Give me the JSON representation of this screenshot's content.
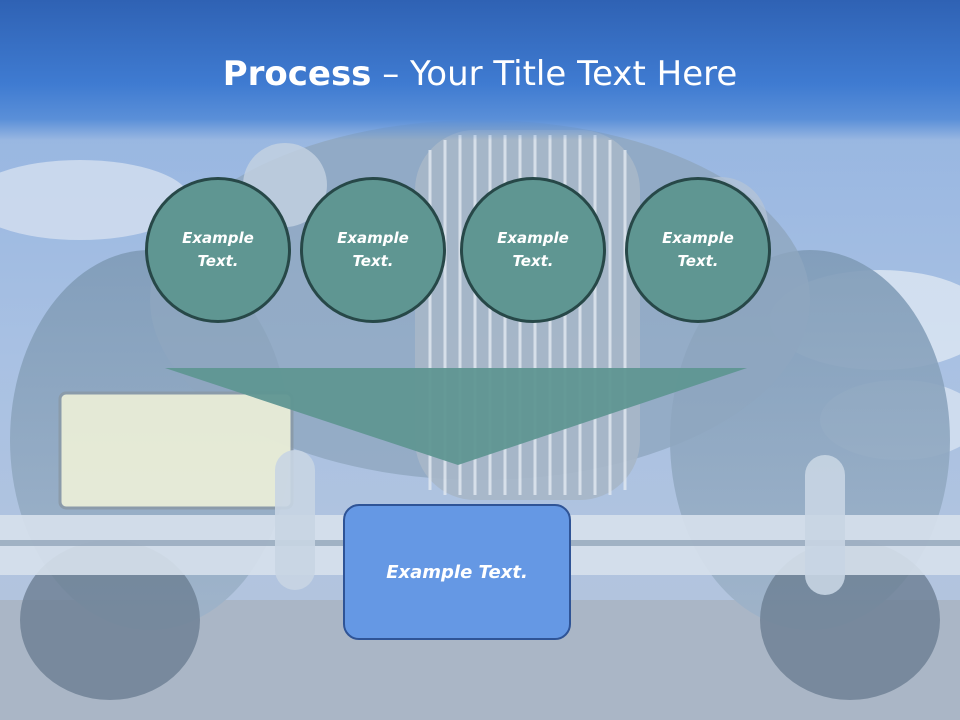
{
  "title": {
    "bold": "Process",
    "rest": " – Your Title Text Here"
  },
  "circles": [
    {
      "text": "Example Text."
    },
    {
      "text": "Example Text."
    },
    {
      "text": "Example Text."
    },
    {
      "text": "Example Text."
    }
  ],
  "result_box": {
    "text": "Example Text."
  },
  "colors": {
    "title_band": "#3f7bd1",
    "circle_fill": "#5f9692",
    "circle_border": "#274848",
    "funnel_fill": "#5f9692",
    "box_fill": "#6598e4",
    "box_border": "#2f5496"
  }
}
